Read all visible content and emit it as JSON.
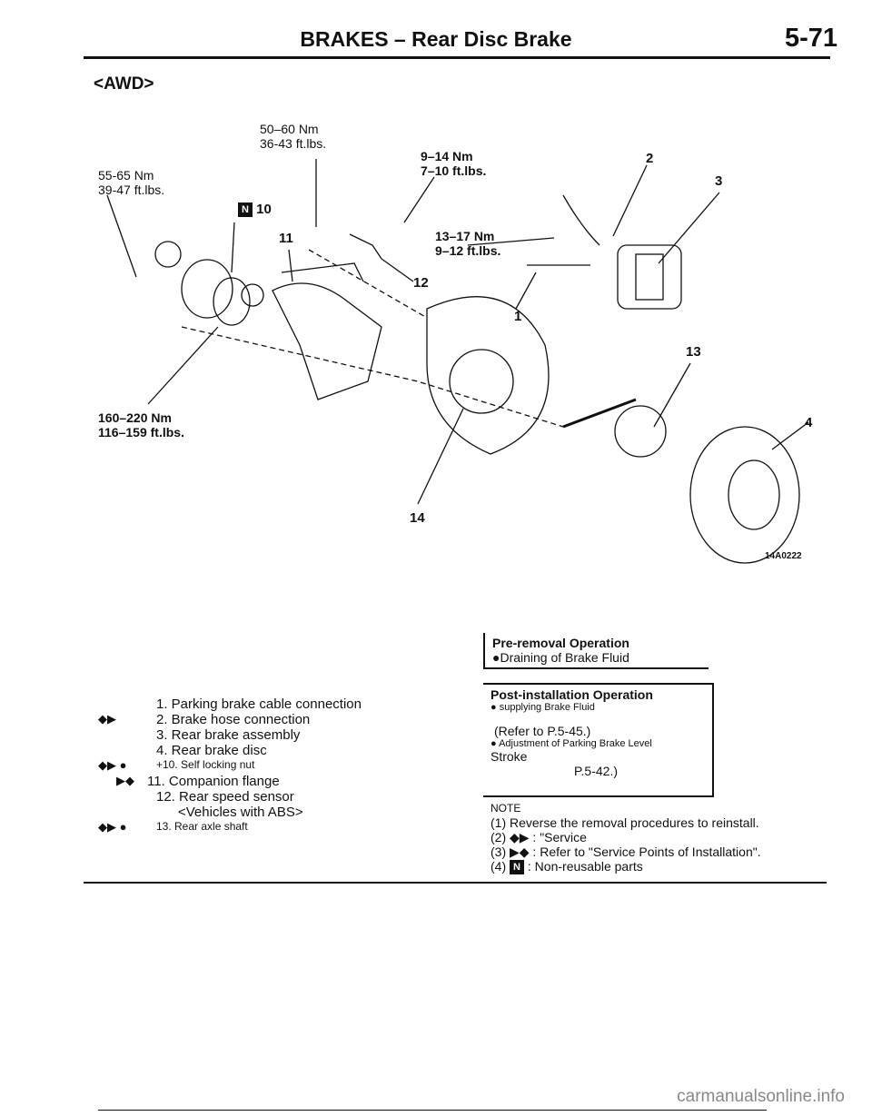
{
  "header": {
    "title": "BRAKES – Rear Disc Brake",
    "page_number": "5-71"
  },
  "variant": "<AWD>",
  "figure": {
    "torques": [
      {
        "id": "t1",
        "nm": "50–60 Nm",
        "ftlbs": "36-43 ft.lbs."
      },
      {
        "id": "t2",
        "nm": "55-65 Nm",
        "ftlbs": "39-47 ft.lbs."
      },
      {
        "id": "t3",
        "nm": "9–14 Nm",
        "ftlbs": "7–10 ft.lbs."
      },
      {
        "id": "t4",
        "nm": "13–17 Nm",
        "ftlbs": "9–12 ft.lbs."
      },
      {
        "id": "t5",
        "nm": "160–220 Nm",
        "ftlbs": "116–159 ft.lbs."
      }
    ],
    "callouts": [
      "10",
      "11",
      "12",
      "1",
      "2",
      "3",
      "13",
      "4",
      "14"
    ],
    "ref_code": "14A0222"
  },
  "parts_list": [
    {
      "sym": "",
      "text": "1. Parking brake cable connection"
    },
    {
      "sym": "◆▶",
      "text": "2. Brake hose connection"
    },
    {
      "sym": "",
      "text": "3. Rear brake assembly"
    },
    {
      "sym": "",
      "text": "4. Rear brake disc"
    },
    {
      "sym": "◆▶ ●",
      "text": "+10. Self locking nut"
    },
    {
      "sym": "▶◆",
      "text": "11. Companion flange"
    },
    {
      "sym": "",
      "text": "12. Rear speed sensor"
    },
    {
      "sym": "",
      "text": "<Vehicles with ABS>"
    },
    {
      "sym": "◆▶ ●",
      "text": "13. Rear axle shaft"
    }
  ],
  "pre_removal": {
    "title": "Pre-removal Operation",
    "line1": "●Draining of Brake Fluid"
  },
  "post_install": {
    "title": "Post-installation Operation",
    "line1": "supplying Brake Fluid",
    "line2": "(Refer to P.5-45.)",
    "line3": "Adjustment of Parking Brake Level",
    "line4": "Stroke",
    "line5": "P.5-42.)"
  },
  "note": {
    "label": "NOTE",
    "items": [
      "(1) Reverse the removal procedures to reinstall.",
      "(2) ◆▶ : \"Service",
      "(3) ▶◆ : Refer to \"Service Points of Installation\".",
      ": Non-reusable parts"
    ],
    "item4_prefix": "(4)",
    "n_badge": "N"
  },
  "watermark": "carmanualsonline.info"
}
